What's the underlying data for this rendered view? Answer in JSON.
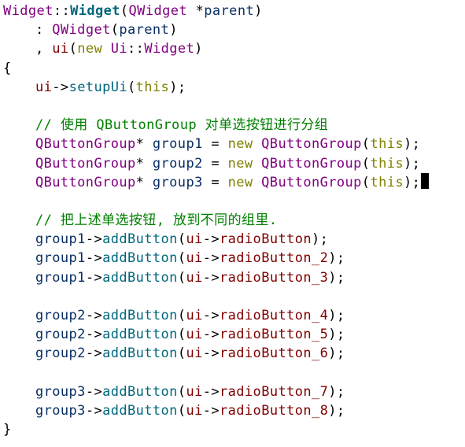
{
  "lines": [
    {
      "indent": 0,
      "tokens": [
        {
          "t": "Widget",
          "c": "type"
        },
        {
          "t": "::",
          "c": "punct"
        },
        {
          "t": "Widget",
          "c": "func-bold"
        },
        {
          "t": "(",
          "c": "punct"
        },
        {
          "t": "QWidget",
          "c": "type"
        },
        {
          "t": " *",
          "c": "punct"
        },
        {
          "t": "parent",
          "c": "var"
        },
        {
          "t": ")",
          "c": "punct"
        }
      ]
    },
    {
      "indent": 1,
      "tokens": [
        {
          "t": ": ",
          "c": "punct"
        },
        {
          "t": "QWidget",
          "c": "type"
        },
        {
          "t": "(",
          "c": "punct"
        },
        {
          "t": "parent",
          "c": "var"
        },
        {
          "t": ")",
          "c": "punct"
        }
      ]
    },
    {
      "indent": 1,
      "tokens": [
        {
          "t": ", ",
          "c": "punct"
        },
        {
          "t": "ui",
          "c": "member"
        },
        {
          "t": "(",
          "c": "punct"
        },
        {
          "t": "new",
          "c": "keyword"
        },
        {
          "t": " ",
          "c": "punct"
        },
        {
          "t": "Ui",
          "c": "type"
        },
        {
          "t": "::",
          "c": "punct"
        },
        {
          "t": "Widget",
          "c": "type"
        },
        {
          "t": ")",
          "c": "punct"
        }
      ]
    },
    {
      "indent": 0,
      "tokens": [
        {
          "t": "{",
          "c": "punct"
        }
      ]
    },
    {
      "indent": 1,
      "tokens": [
        {
          "t": "ui",
          "c": "member"
        },
        {
          "t": "->",
          "c": "punct"
        },
        {
          "t": "setupUi",
          "c": "func"
        },
        {
          "t": "(",
          "c": "punct"
        },
        {
          "t": "this",
          "c": "keyword"
        },
        {
          "t": ");",
          "c": "punct"
        }
      ]
    },
    {
      "indent": 0,
      "tokens": []
    },
    {
      "indent": 1,
      "tokens": [
        {
          "t": "// 使用 QButtonGroup 对单选按钮进行分组",
          "c": "comment"
        }
      ]
    },
    {
      "indent": 1,
      "tokens": [
        {
          "t": "QButtonGroup",
          "c": "type"
        },
        {
          "t": "* ",
          "c": "punct"
        },
        {
          "t": "group1",
          "c": "var"
        },
        {
          "t": " = ",
          "c": "punct"
        },
        {
          "t": "new",
          "c": "keyword"
        },
        {
          "t": " ",
          "c": "punct"
        },
        {
          "t": "QButtonGroup",
          "c": "type"
        },
        {
          "t": "(",
          "c": "punct"
        },
        {
          "t": "this",
          "c": "keyword"
        },
        {
          "t": ");",
          "c": "punct"
        }
      ]
    },
    {
      "indent": 1,
      "tokens": [
        {
          "t": "QButtonGroup",
          "c": "type"
        },
        {
          "t": "* ",
          "c": "punct"
        },
        {
          "t": "group2",
          "c": "var"
        },
        {
          "t": " = ",
          "c": "punct"
        },
        {
          "t": "new",
          "c": "keyword"
        },
        {
          "t": " ",
          "c": "punct"
        },
        {
          "t": "QButtonGroup",
          "c": "type"
        },
        {
          "t": "(",
          "c": "punct"
        },
        {
          "t": "this",
          "c": "keyword"
        },
        {
          "t": ");",
          "c": "punct"
        }
      ]
    },
    {
      "indent": 1,
      "cursor": true,
      "tokens": [
        {
          "t": "QButtonGroup",
          "c": "type"
        },
        {
          "t": "* ",
          "c": "punct"
        },
        {
          "t": "group3",
          "c": "var"
        },
        {
          "t": " = ",
          "c": "punct"
        },
        {
          "t": "new",
          "c": "keyword"
        },
        {
          "t": " ",
          "c": "punct"
        },
        {
          "t": "QButtonGroup",
          "c": "type"
        },
        {
          "t": "(",
          "c": "punct"
        },
        {
          "t": "this",
          "c": "keyword"
        },
        {
          "t": ");",
          "c": "punct"
        }
      ]
    },
    {
      "indent": 0,
      "tokens": []
    },
    {
      "indent": 1,
      "tokens": [
        {
          "t": "// 把上述单选按钮, 放到不同的组里.",
          "c": "comment"
        }
      ]
    },
    {
      "indent": 1,
      "tokens": [
        {
          "t": "group1",
          "c": "var"
        },
        {
          "t": "->",
          "c": "punct"
        },
        {
          "t": "addButton",
          "c": "func"
        },
        {
          "t": "(",
          "c": "punct"
        },
        {
          "t": "ui",
          "c": "member"
        },
        {
          "t": "->",
          "c": "punct"
        },
        {
          "t": "radioButton",
          "c": "member"
        },
        {
          "t": ");",
          "c": "punct"
        }
      ]
    },
    {
      "indent": 1,
      "tokens": [
        {
          "t": "group1",
          "c": "var"
        },
        {
          "t": "->",
          "c": "punct"
        },
        {
          "t": "addButton",
          "c": "func"
        },
        {
          "t": "(",
          "c": "punct"
        },
        {
          "t": "ui",
          "c": "member"
        },
        {
          "t": "->",
          "c": "punct"
        },
        {
          "t": "radioButton_2",
          "c": "member"
        },
        {
          "t": ");",
          "c": "punct"
        }
      ]
    },
    {
      "indent": 1,
      "tokens": [
        {
          "t": "group1",
          "c": "var"
        },
        {
          "t": "->",
          "c": "punct"
        },
        {
          "t": "addButton",
          "c": "func"
        },
        {
          "t": "(",
          "c": "punct"
        },
        {
          "t": "ui",
          "c": "member"
        },
        {
          "t": "->",
          "c": "punct"
        },
        {
          "t": "radioButton_3",
          "c": "member"
        },
        {
          "t": ");",
          "c": "punct"
        }
      ]
    },
    {
      "indent": 0,
      "tokens": []
    },
    {
      "indent": 1,
      "tokens": [
        {
          "t": "group2",
          "c": "var"
        },
        {
          "t": "->",
          "c": "punct"
        },
        {
          "t": "addButton",
          "c": "func"
        },
        {
          "t": "(",
          "c": "punct"
        },
        {
          "t": "ui",
          "c": "member"
        },
        {
          "t": "->",
          "c": "punct"
        },
        {
          "t": "radioButton_4",
          "c": "member"
        },
        {
          "t": ");",
          "c": "punct"
        }
      ]
    },
    {
      "indent": 1,
      "tokens": [
        {
          "t": "group2",
          "c": "var"
        },
        {
          "t": "->",
          "c": "punct"
        },
        {
          "t": "addButton",
          "c": "func"
        },
        {
          "t": "(",
          "c": "punct"
        },
        {
          "t": "ui",
          "c": "member"
        },
        {
          "t": "->",
          "c": "punct"
        },
        {
          "t": "radioButton_5",
          "c": "member"
        },
        {
          "t": ");",
          "c": "punct"
        }
      ]
    },
    {
      "indent": 1,
      "tokens": [
        {
          "t": "group2",
          "c": "var"
        },
        {
          "t": "->",
          "c": "punct"
        },
        {
          "t": "addButton",
          "c": "func"
        },
        {
          "t": "(",
          "c": "punct"
        },
        {
          "t": "ui",
          "c": "member"
        },
        {
          "t": "->",
          "c": "punct"
        },
        {
          "t": "radioButton_6",
          "c": "member"
        },
        {
          "t": ");",
          "c": "punct"
        }
      ]
    },
    {
      "indent": 0,
      "tokens": []
    },
    {
      "indent": 1,
      "tokens": [
        {
          "t": "group3",
          "c": "var"
        },
        {
          "t": "->",
          "c": "punct"
        },
        {
          "t": "addButton",
          "c": "func"
        },
        {
          "t": "(",
          "c": "punct"
        },
        {
          "t": "ui",
          "c": "member"
        },
        {
          "t": "->",
          "c": "punct"
        },
        {
          "t": "radioButton_7",
          "c": "member"
        },
        {
          "t": ");",
          "c": "punct"
        }
      ]
    },
    {
      "indent": 1,
      "tokens": [
        {
          "t": "group3",
          "c": "var"
        },
        {
          "t": "->",
          "c": "punct"
        },
        {
          "t": "addButton",
          "c": "func"
        },
        {
          "t": "(",
          "c": "punct"
        },
        {
          "t": "ui",
          "c": "member"
        },
        {
          "t": "->",
          "c": "punct"
        },
        {
          "t": "radioButton_8",
          "c": "member"
        },
        {
          "t": ");",
          "c": "punct"
        }
      ]
    },
    {
      "indent": 0,
      "tokens": [
        {
          "t": "}",
          "c": "punct"
        }
      ]
    }
  ]
}
